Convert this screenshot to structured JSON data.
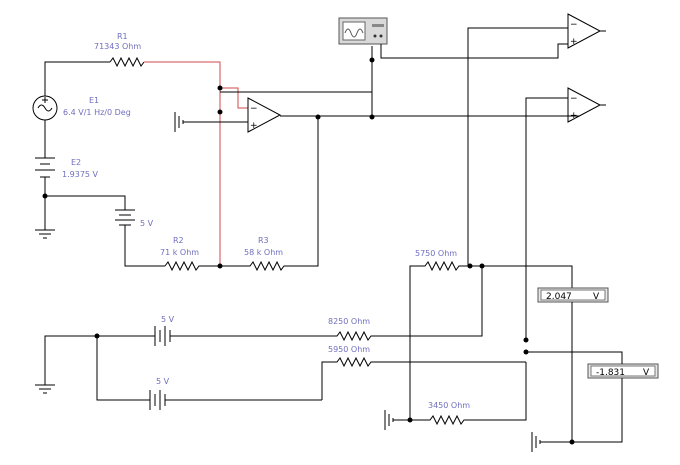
{
  "components": {
    "r1": {
      "name": "R1",
      "value": "71343 Ohm"
    },
    "e1": {
      "name": "E1",
      "value": "6.4 V/1 Hz/0 Deg"
    },
    "e2": {
      "name": "E2",
      "value": "1.9375 V"
    },
    "bat1": {
      "value": "5 V"
    },
    "r2": {
      "name": "R2",
      "value": "71 k Ohm"
    },
    "r3": {
      "name": "R3",
      "value": "58 k Ohm"
    },
    "r5750": {
      "value": "5750 Ohm"
    },
    "r8250": {
      "value": "8250 Ohm"
    },
    "r5950": {
      "value": "5950 Ohm"
    },
    "r3450": {
      "value": "3450 Ohm"
    },
    "bat2": {
      "value": "5 V"
    },
    "bat3": {
      "value": "5 V"
    }
  },
  "meters": [
    {
      "value": "2.047",
      "unit": "V"
    },
    {
      "value": "-1.831",
      "unit": "V"
    }
  ]
}
